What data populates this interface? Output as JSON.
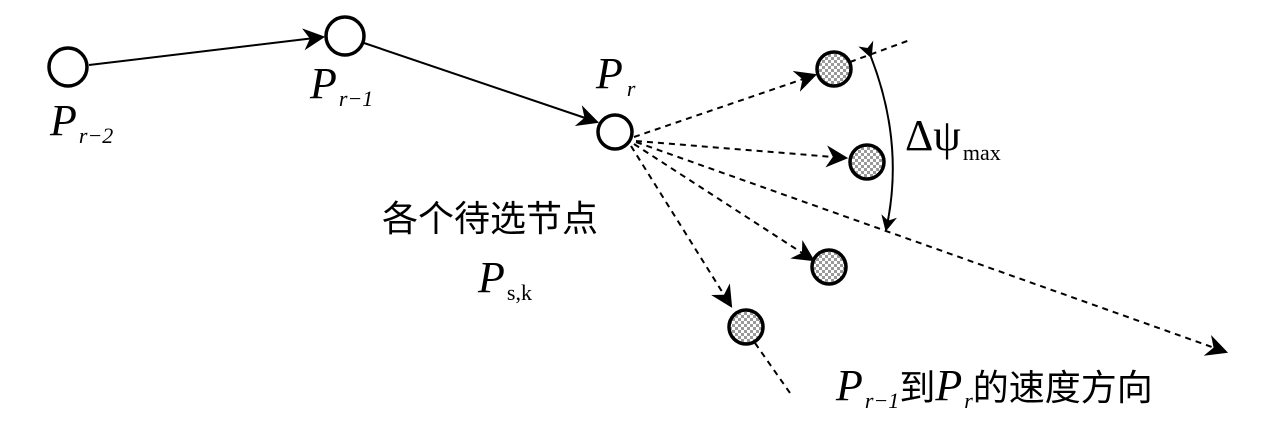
{
  "labels": {
    "p_r_minus_2": {
      "main": "P",
      "sub": "r−2"
    },
    "p_r_minus_1": {
      "main": "P",
      "sub": "r−1"
    },
    "p_r": {
      "main": "P",
      "sub": "r"
    },
    "candidates": {
      "line1": "各个待选节点",
      "main": "P",
      "sub": "s,k"
    },
    "delta_psi": {
      "main": "Δψ",
      "sub": "max"
    },
    "velocity": {
      "p1": "P",
      "sub1": "r−1",
      "mid": "到",
      "p2": "P",
      "sub2": "r",
      "tail": "的速度方向"
    }
  }
}
